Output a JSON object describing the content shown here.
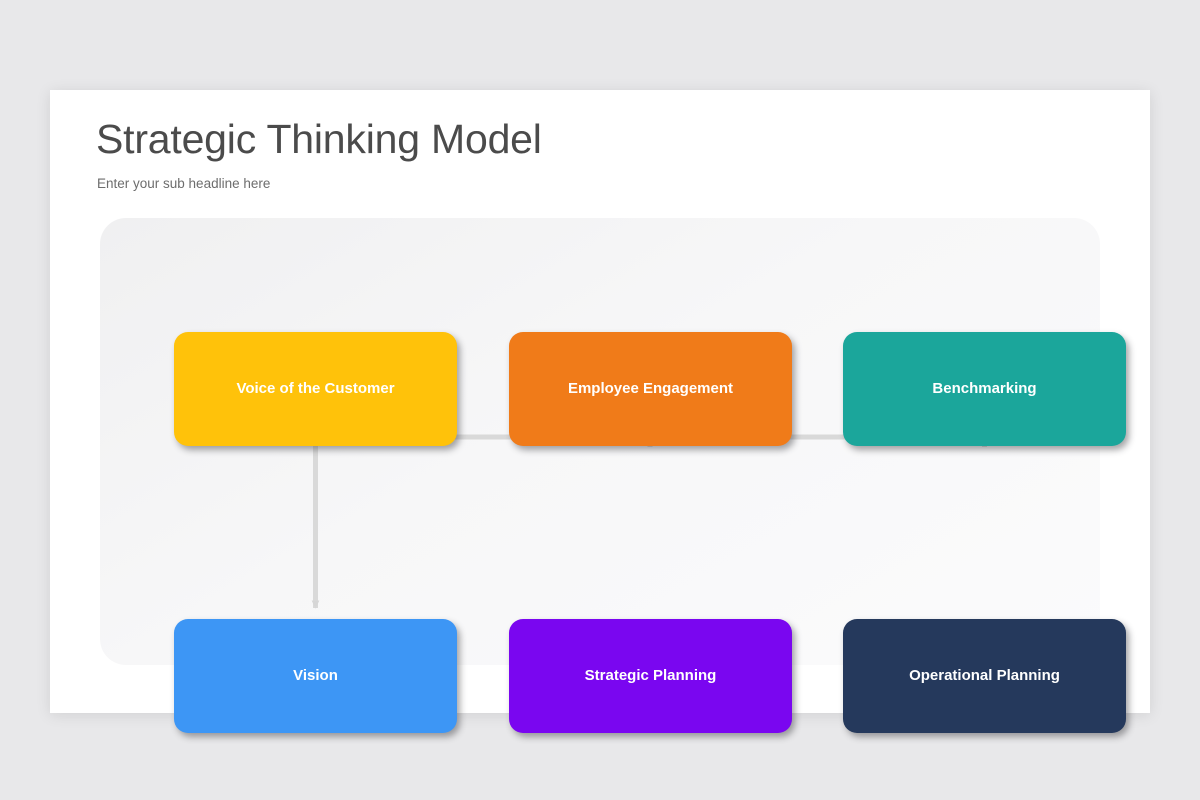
{
  "slide": {
    "title": "Strategic Thinking Model",
    "subtitle": "Enter your sub headline here"
  },
  "diagram": {
    "type": "flow-diagram",
    "top_row": [
      {
        "id": "voice-of-the-customer",
        "label": "Voice of the Customer",
        "color": "#FFC20A"
      },
      {
        "id": "employee-engagement",
        "label": "Employee Engagement",
        "color": "#F07B19"
      },
      {
        "id": "benchmarking",
        "label": "Benchmarking",
        "color": "#1BA69B"
      }
    ],
    "bottom_row": [
      {
        "id": "vision",
        "label": "Vision",
        "color": "#3D96F5"
      },
      {
        "id": "strategic-planning",
        "label": "Strategic Planning",
        "color": "#7A06F0"
      },
      {
        "id": "operational-planning",
        "label": "Operational Planning",
        "color": "#25395C"
      }
    ],
    "connector_color": "#d8d8d8",
    "connections": [
      {
        "from": "voice-of-the-customer",
        "to": "merge-bus",
        "arrow": true
      },
      {
        "from": "employee-engagement",
        "to": "merge-bus",
        "arrow": true
      },
      {
        "from": "benchmarking",
        "to": "merge-bus",
        "arrow": false
      },
      {
        "from": "merge-bus",
        "to": "vision",
        "arrow": true
      },
      {
        "from": "vision",
        "to": "strategic-planning",
        "arrow": true
      },
      {
        "from": "strategic-planning",
        "to": "operational-planning",
        "arrow": true
      }
    ]
  },
  "colors": {
    "page_background": "#e8e8ea",
    "slide_background": "#ffffff",
    "panel_background": "#f4f4f5",
    "title_text": "#4b4b4b",
    "subtitle_text": "#6d6d6d",
    "node_text": "#ffffff"
  }
}
